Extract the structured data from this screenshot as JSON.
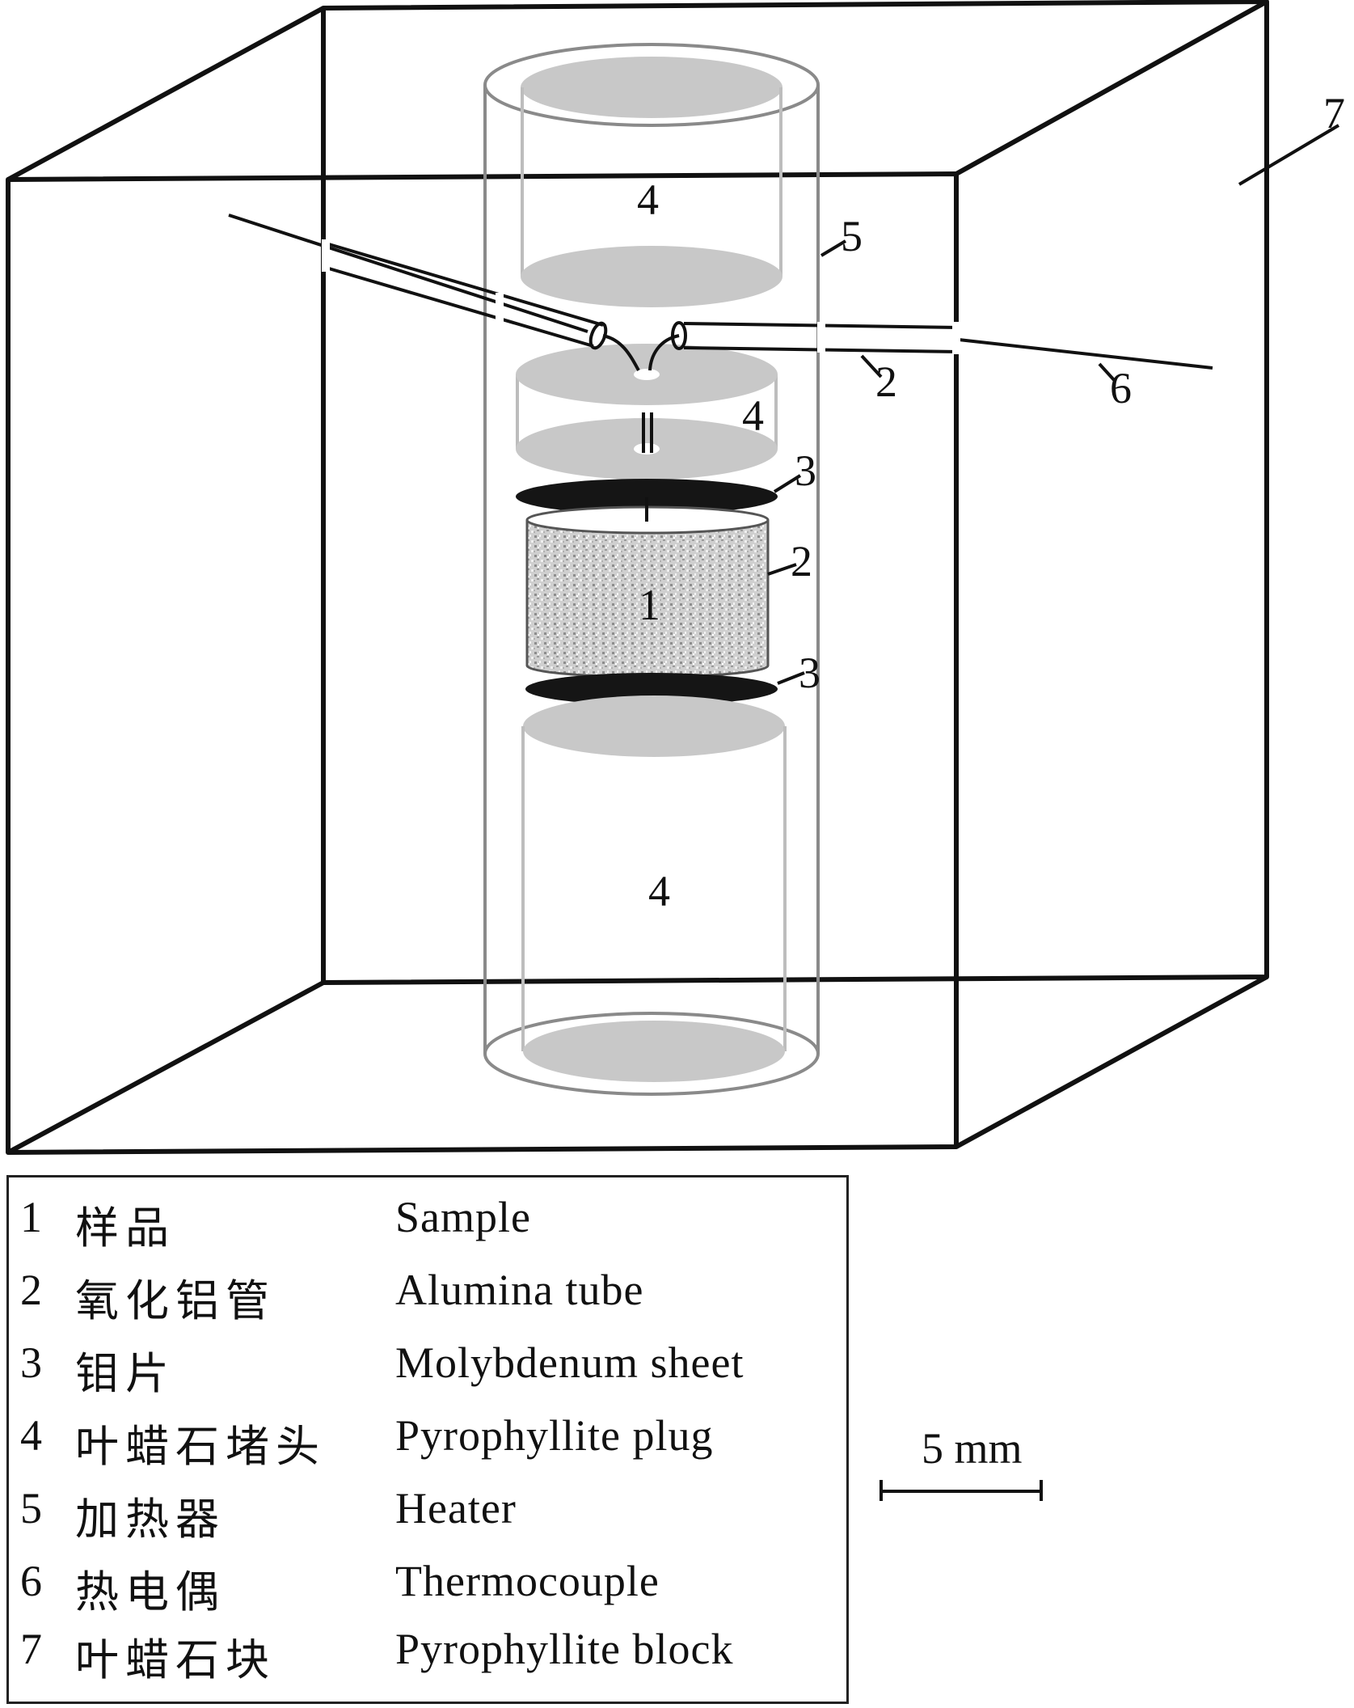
{
  "diagram": {
    "part_labels": {
      "plug_top": "4",
      "heater": "5",
      "tube_thermo": "2",
      "thermocouple": "6",
      "block": "7",
      "plug_mid": "4",
      "mo_top": "3",
      "tube_sample": "2",
      "sample": "1",
      "mo_bottom": "3",
      "plug_bottom": "4"
    }
  },
  "legend": {
    "items": [
      {
        "num": "1",
        "cn": "样品",
        "en": "Sample"
      },
      {
        "num": "2",
        "cn": "氧化铝管",
        "en": "Alumina tube"
      },
      {
        "num": "3",
        "cn": "钼片",
        "en": "Molybdenum sheet"
      },
      {
        "num": "4",
        "cn": "叶蜡石堵头",
        "en": "Pyrophyllite plug"
      },
      {
        "num": "5",
        "cn": "加热器",
        "en": "Heater"
      },
      {
        "num": "6",
        "cn": "热电偶",
        "en": "Thermocouple"
      },
      {
        "num": "7",
        "cn": "叶蜡石块",
        "en": "Pyrophyllite block"
      }
    ]
  },
  "scale_bar": {
    "label": "5 mm"
  }
}
